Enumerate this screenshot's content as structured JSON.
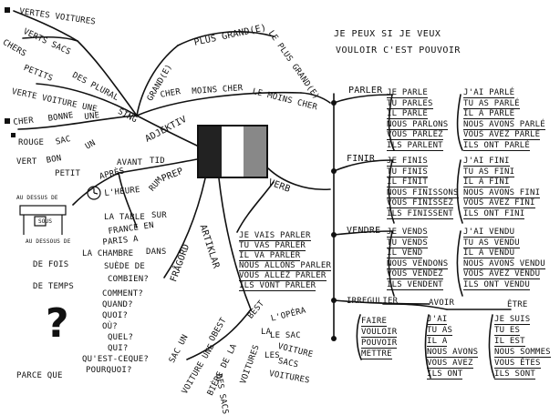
{
  "quote": {
    "line1": "JE PEUX SI JE VEUX",
    "line2": "VOULOIR C'EST POUVOIR"
  },
  "colors": {
    "ink": "#111111",
    "flag_blue": "#222222",
    "flag_white": "#ffffff",
    "flag_red": "#888888"
  },
  "adjektiv": {
    "label": "ADJEKTIV",
    "items": [
      "VERTES VOITURES",
      "VERTS SACS",
      "CHERS",
      "PETITS",
      "DES PLURAL",
      "VERTE VOITURE UNE",
      "SING",
      "CHER",
      "BONNE",
      "UNE",
      "ROUGE",
      "SAC",
      "UN",
      "VERT",
      "BON",
      "PETIT"
    ],
    "comparison": [
      "GRAND(E)",
      "PLUS GRAND(E)",
      "LE PLUS GRAND(E)",
      "CHER",
      "MOINS CHER",
      "LE MOINS CHER"
    ]
  },
  "prep": {
    "label": "PREP",
    "items": [
      "AVANT",
      "TID",
      "APRÈS",
      "L'HEURE",
      "RUM",
      "LA TABLE",
      "SUR",
      "FRANCE EN",
      "PARIS A",
      "LA CHAMBRE",
      "DANS",
      "SUÈDE DE",
      "AU DESSUS DE",
      "AU DESSOUS DE",
      "SOUS"
    ]
  },
  "fragord": {
    "label": "FRÅGORD",
    "items": [
      "DE FOIS",
      "DE TEMPS",
      "COMBIEN?",
      "COMMENT?",
      "QUAND?",
      "QUOI?",
      "OÙ?",
      "QUEL?",
      "QUI?",
      "QU'EST-CEQUE?",
      "POURQUOI?",
      "PARCE QUE"
    ],
    "big_question": "?"
  },
  "artiklar": {
    "label": "ARTIKLAR",
    "items": [
      "BEST",
      "L'OPÉRA",
      "LA",
      "LE SAC",
      "VOITURE",
      "LES",
      "SACS",
      "VOITURES",
      "OBEST",
      "SAC UN",
      "VOITURE UNE",
      "BIÈRE DE LA",
      "DES SACS",
      "VOITURES"
    ]
  },
  "verb": {
    "label": "VERB",
    "aller": [
      "JE VAIS PARLER",
      "TU VAS PARLER",
      "IL VA PARLER",
      "NOUS ALLONS PARLER",
      "VOUS ALLEZ PARLER",
      "ILS VONT PARLER"
    ],
    "groups": [
      {
        "infinitive": "PARLER",
        "present": [
          "JE PARLE",
          "TU PARLES",
          "IL PARLE",
          "NOUS PARLONS",
          "VOUS PARLEZ",
          "ILS PARLENT"
        ],
        "past": [
          "J'AI PARLÉ",
          "TU AS PARLÉ",
          "IL A PARLÉ",
          "NOUS AVONS PARLÉ",
          "VOUS AVEZ PARLÉ",
          "ILS ONT PARLÉ"
        ]
      },
      {
        "infinitive": "FINIR",
        "present": [
          "JE FINIS",
          "TU FINIS",
          "IL FINIT",
          "NOUS FINISSONS",
          "VOUS FINISSEZ",
          "ILS FINISSENT"
        ],
        "past": [
          "J'AI FINI",
          "TU AS FINI",
          "IL A FINI",
          "NOUS AVONS FINI",
          "VOUS AVEZ FINI",
          "ILS ONT FINI"
        ]
      },
      {
        "infinitive": "VENDRE",
        "present": [
          "JE VENDS",
          "TU VENDS",
          "IL VEND",
          "NOUS VENDONS",
          "VOUS VENDEZ",
          "ILS VENDENT"
        ],
        "past": [
          "J'AI VENDU",
          "TU AS VENDU",
          "IL A VENDU",
          "NOUS AVONS VENDU",
          "VOUS AVEZ VENDU",
          "ILS ONT VENDU"
        ]
      }
    ],
    "irregular": {
      "label": "IRREGULIER",
      "avoir": "AVOIR",
      "etre": "ÊTRE",
      "infinitives": [
        "FAIRE",
        "VOULOIR",
        "POUVOIR",
        "METTRE"
      ],
      "avoir_forms": [
        "J'AI",
        "TU AS",
        "IL A",
        "NOUS AVONS",
        "VOUS AVEZ",
        "ILS ONT"
      ],
      "etre_forms": [
        "JE SUIS",
        "TU ES",
        "IL EST",
        "NOUS SOMMES",
        "VOUS ÊTES",
        "ILS SONT"
      ]
    }
  }
}
